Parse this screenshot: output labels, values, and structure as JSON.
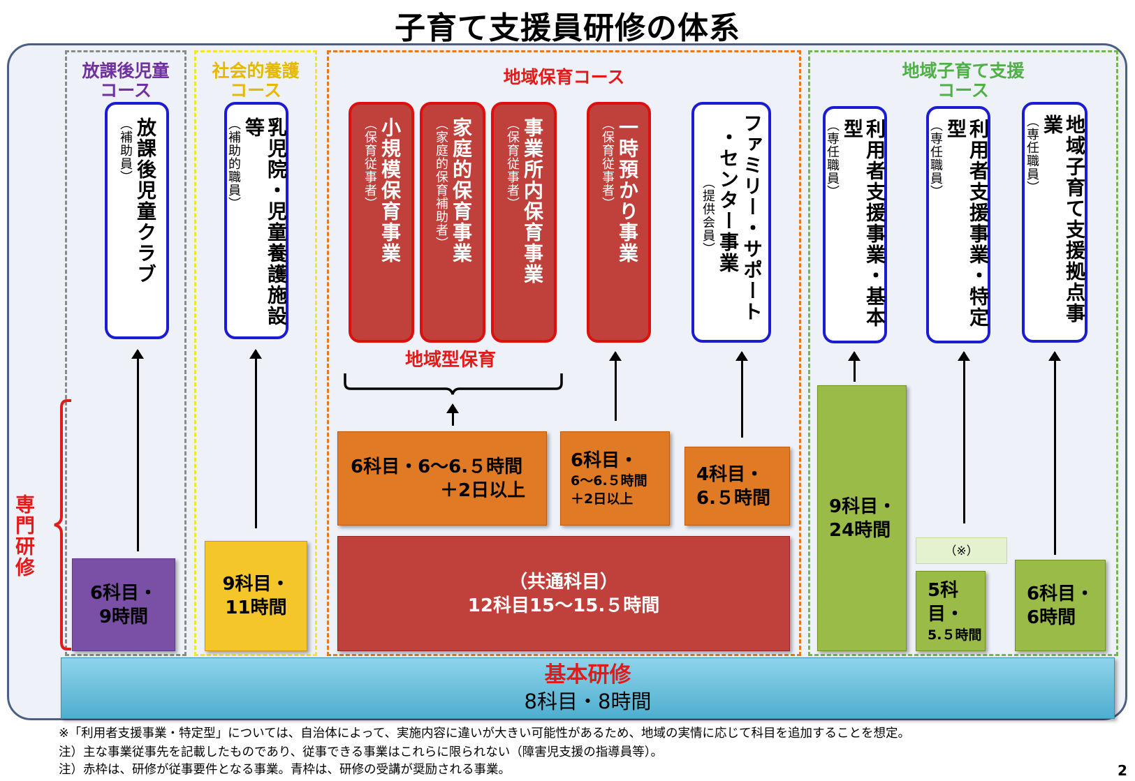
{
  "title": "子育て支援員研修の体系",
  "courses": {
    "houkago": {
      "label": "放課後児童\nコース",
      "color": "#7030a0"
    },
    "shakai": {
      "label": "社会的養護\nコース",
      "color": "#e6b800"
    },
    "chiiki_hoiku": {
      "label": "地域保育コース",
      "color": "#e31a1a"
    },
    "chiiki_kosodate": {
      "label": "地域子育て支援\nコース",
      "color": "#4eb045"
    }
  },
  "boxes": {
    "houkago": {
      "main": "放課後児童クラブ",
      "sub": "（補助員）"
    },
    "nyujiin": {
      "main": "乳児院・児童養護施設等",
      "sub": "（補助的職員）"
    },
    "shokibo": {
      "main": "小規模保育事業",
      "sub": "（保育従事者）"
    },
    "katei": {
      "main": "家庭的保育事業",
      "sub": "（家庭的保育補助者）"
    },
    "jigyosho": {
      "main": "事業所内保育事業",
      "sub": "（保育従事者）"
    },
    "ichiji": {
      "main": "一時預かり事業",
      "sub": "（保育従事者）"
    },
    "family_line1": "ファミリー・サポート",
    "family_line2": "・センター事業",
    "family_sub": "（提供会員）",
    "riyo_kihon": {
      "main": "利用者支援事業・基本型",
      "sub": "（専任職員）"
    },
    "riyo_tokutei": {
      "main": "利用者支援事業・特定型",
      "sub": "（専任職員）"
    },
    "kyoten": {
      "main": "地域子育て支援拠点事業",
      "sub": "（専任職員）"
    }
  },
  "chiiki_gata_label": "地域型保育",
  "senmon_label": "専門研修",
  "blocks": {
    "houkago": [
      "6科目・",
      "9時間"
    ],
    "shakai": [
      "9科目・",
      "11時間"
    ],
    "chiiki_gata": [
      "6科目・6〜6.５時間",
      "＋2日以上"
    ],
    "ichiji_l1": "6科目・",
    "ichiji_l2": "6〜6.５時間",
    "ichiji_l3": "＋2日以上",
    "family": [
      "4科目・",
      "6.５時間"
    ],
    "common": [
      "（共通科目）",
      "12科目15〜15.５時間"
    ],
    "kihon": [
      "9科目・",
      "24時間"
    ],
    "tokutei_note": "（※）",
    "tokutei_l1": "5科目・",
    "tokutei_l2": "5.５時間",
    "kyoten": [
      "6科目・",
      "6時間"
    ]
  },
  "base": {
    "title": "基本研修",
    "sub": "8科目・8時間"
  },
  "notes": [
    "※「利用者支援事業・特定型」については、自治体によって、実施内容に違いが大きい可能性があるため、地域の実情に応じて科目を追加することを想定。",
    "注）主な事業従事先を記載したものであり、従事できる事業はこれらに限られない（障害児支援の指導員等）。",
    "注）赤枠は、研修が従事要件となる事業。青枠は、研修の受講が奨励される事業。"
  ],
  "page_number": "2",
  "colors": {
    "frame": "#4a5f84",
    "blue_box": "#1b1bd2",
    "red_box": "#dd1010",
    "purple": "#7a4fa6",
    "yellow": "#f4c62a",
    "orange": "#e07a25",
    "common_red": "#c0403b",
    "green": "#9bbb49",
    "base_blue": "#4eaecf"
  }
}
